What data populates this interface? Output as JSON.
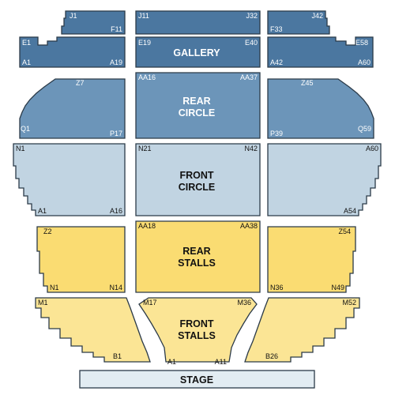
{
  "colors": {
    "upper_dark": "#4b77a0",
    "upper_mid": "#6c95b9",
    "front_circle": "#c1d4e2",
    "rear_stalls": "#fadc72",
    "front_stalls": "#fbe595",
    "stage": "#e2ecf2",
    "outline": "#2b3a48"
  },
  "sections": {
    "gallery": {
      "line1": "GALLERY"
    },
    "rear_circle": {
      "line1": "REAR",
      "line2": "CIRCLE"
    },
    "front_circle": {
      "line1": "FRONT",
      "line2": "CIRCLE"
    },
    "rear_stalls": {
      "line1": "REAR",
      "line2": "STALLS"
    },
    "front_stalls": {
      "line1": "FRONT",
      "line2": "STALLS"
    },
    "stage": {
      "label": "STAGE"
    }
  },
  "seat_labels": {
    "j1": "J1",
    "f11": "F11",
    "j11": "J11",
    "j32": "J32",
    "j42": "J42",
    "f33": "F33",
    "e1": "E1",
    "a1_gallery": "A1",
    "a19": "A19",
    "e19": "E19",
    "e40": "E40",
    "e58": "E58",
    "a42": "A42",
    "a60_gallery": "A60",
    "z7": "Z7",
    "q1": "Q1",
    "p17": "P17",
    "aa16": "AA16",
    "aa37": "AA37",
    "z45": "Z45",
    "p39": "P39",
    "q59": "Q59",
    "n1": "N1",
    "a1_circle": "A1",
    "a16": "A16",
    "n21": "N21",
    "n42": "N42",
    "a60_circle": "A60",
    "a54": "A54",
    "z2": "Z2",
    "n1_stalls": "N1",
    "n14": "N14",
    "aa18": "AA18",
    "aa38": "AA38",
    "z54": "Z54",
    "n36": "N36",
    "n49": "N49",
    "m1": "M1",
    "b1": "B1",
    "m17": "M17",
    "m36": "M36",
    "a1_stalls": "A1",
    "a11": "A11",
    "m52": "M52",
    "b26": "B26"
  }
}
